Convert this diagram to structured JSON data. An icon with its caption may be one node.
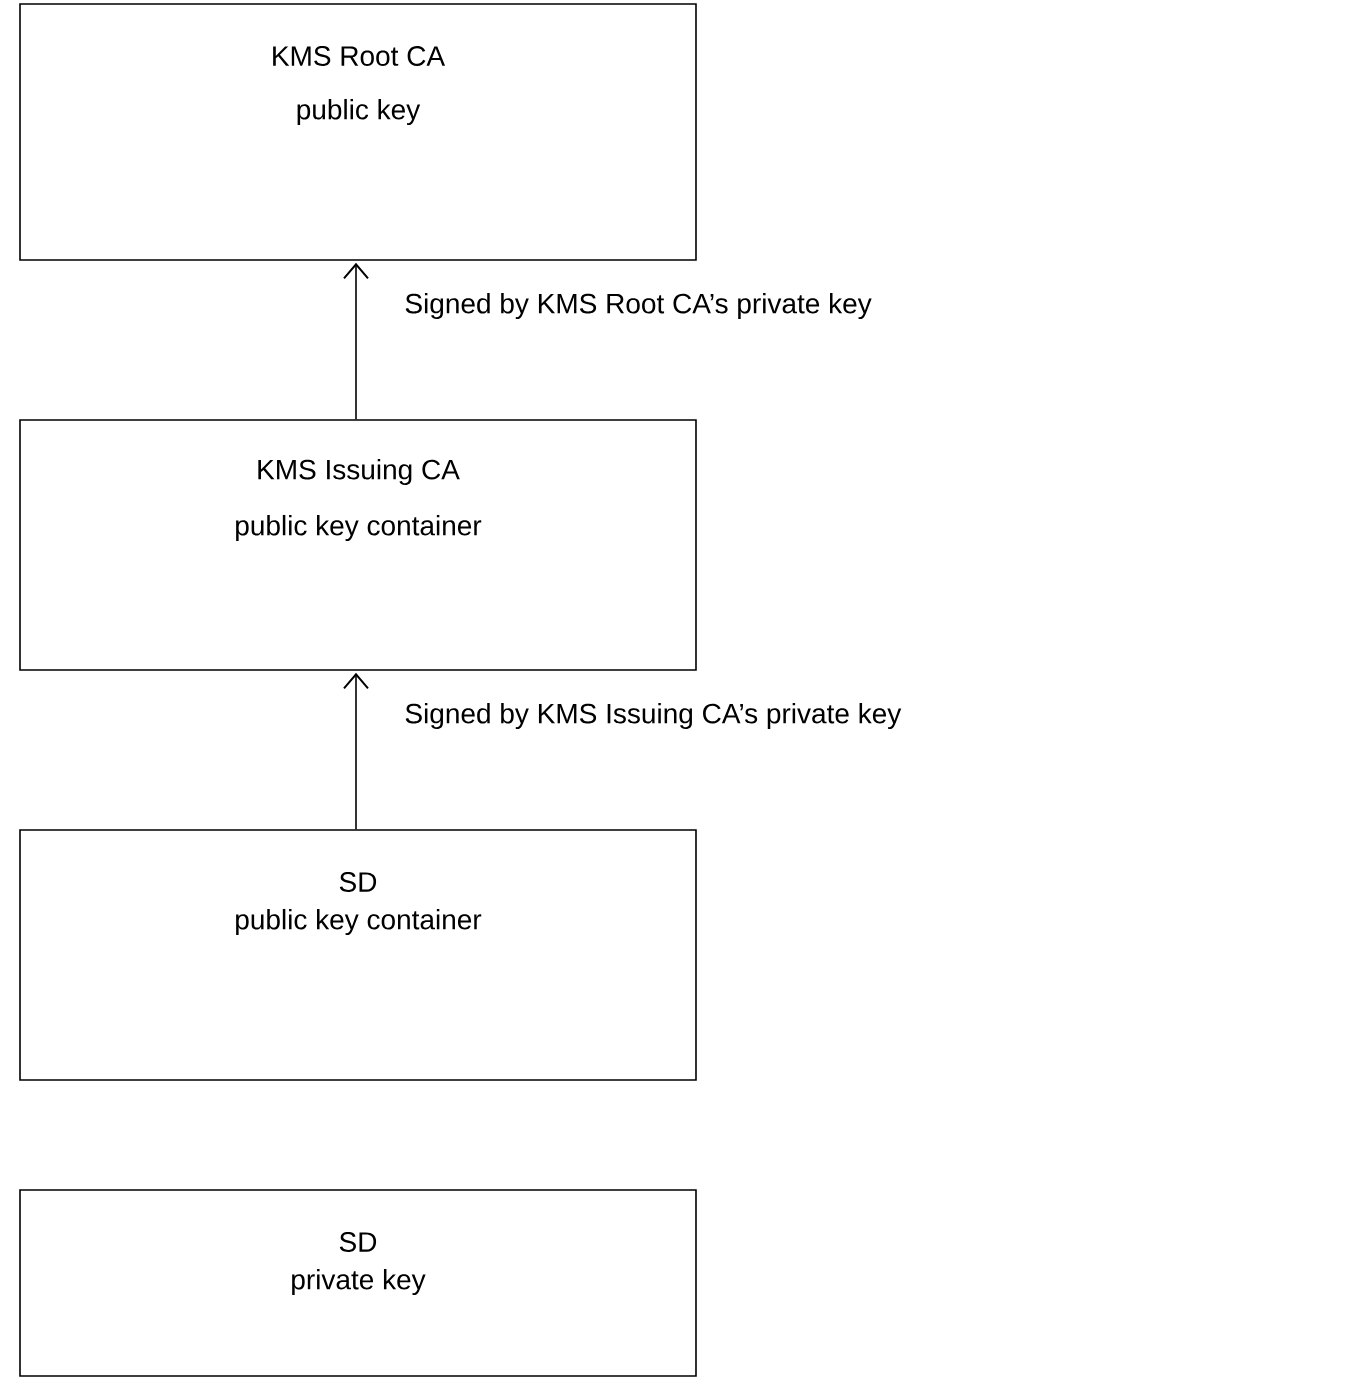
{
  "diagram": {
    "nodes": [
      {
        "text": [
          "KMS Root CA",
          "public key"
        ]
      },
      {
        "text": [
          "KMS Issuing CA",
          "public key container"
        ]
      },
      {
        "text": [
          "SD",
          "public key container"
        ]
      },
      {
        "text": [
          "SD",
          "private key"
        ]
      }
    ],
    "edges": [
      {
        "from": 1,
        "to": 0,
        "arrow": "to",
        "label": "Signed by KMS Root CA’s private key"
      },
      {
        "from": 2,
        "to": 1,
        "arrow": "to",
        "label": "Signed by KMS Issuing CA’s private key"
      }
    ]
  }
}
